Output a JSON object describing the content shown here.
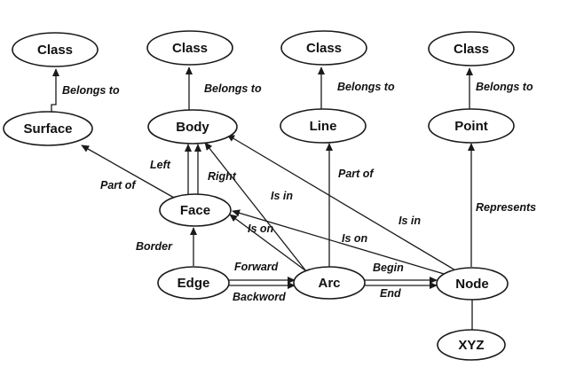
{
  "diagram": {
    "nodes": [
      {
        "id": "class1",
        "label": "Class"
      },
      {
        "id": "class2",
        "label": "Class"
      },
      {
        "id": "class3",
        "label": "Class"
      },
      {
        "id": "class4",
        "label": "Class"
      },
      {
        "id": "surface",
        "label": "Surface"
      },
      {
        "id": "body",
        "label": "Body"
      },
      {
        "id": "line",
        "label": "Line"
      },
      {
        "id": "point",
        "label": "Point"
      },
      {
        "id": "face",
        "label": "Face"
      },
      {
        "id": "edge",
        "label": "Edge"
      },
      {
        "id": "arc",
        "label": "Arc"
      },
      {
        "id": "node",
        "label": "Node"
      },
      {
        "id": "xyz",
        "label": "XYZ"
      }
    ],
    "edges": [
      {
        "id": "surface-class",
        "from": "surface",
        "to": "class1",
        "label": "Belongs to"
      },
      {
        "id": "body-class",
        "from": "body",
        "to": "class2",
        "label": "Belongs to"
      },
      {
        "id": "line-class",
        "from": "line",
        "to": "class3",
        "label": "Belongs to"
      },
      {
        "id": "point-class",
        "from": "point",
        "to": "class4",
        "label": "Belongs to"
      },
      {
        "id": "face-surface",
        "from": "face",
        "to": "surface",
        "label": "Part of"
      },
      {
        "id": "face-body-left",
        "from": "face",
        "to": "body",
        "label": "Left"
      },
      {
        "id": "face-body-right",
        "from": "face",
        "to": "body",
        "label": "Right"
      },
      {
        "id": "edge-face",
        "from": "edge",
        "to": "face",
        "label": "Border"
      },
      {
        "id": "edge-arc-forward",
        "from": "edge",
        "to": "arc",
        "label": "Forward"
      },
      {
        "id": "edge-arc-backword",
        "from": "edge",
        "to": "arc",
        "label": "Backword"
      },
      {
        "id": "arc-body",
        "from": "arc",
        "to": "body",
        "label": "Is in"
      },
      {
        "id": "arc-face",
        "from": "arc",
        "to": "face",
        "label": "Is on"
      },
      {
        "id": "arc-line",
        "from": "arc",
        "to": "line",
        "label": "Part of"
      },
      {
        "id": "arc-node-begin",
        "from": "arc",
        "to": "node",
        "label": "Begin"
      },
      {
        "id": "arc-node-end",
        "from": "arc",
        "to": "node",
        "label": "End"
      },
      {
        "id": "node-body",
        "from": "node",
        "to": "body",
        "label": "Is in"
      },
      {
        "id": "node-face",
        "from": "node",
        "to": "face",
        "label": "Is on"
      },
      {
        "id": "node-point",
        "from": "node",
        "to": "point",
        "label": "Represents"
      },
      {
        "id": "xyz-node",
        "from": "xyz",
        "to": "node",
        "label": ""
      }
    ]
  }
}
